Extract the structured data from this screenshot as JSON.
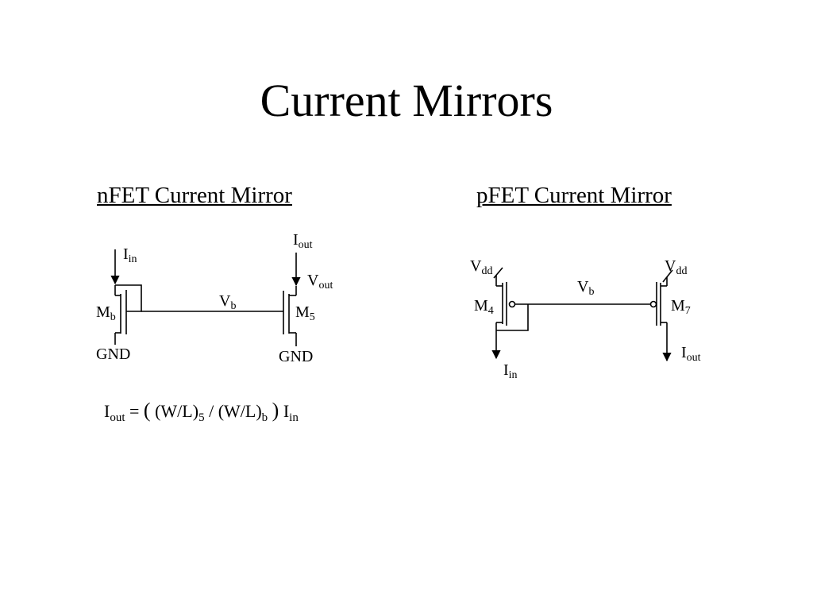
{
  "title": "Current Mirrors",
  "nfet": {
    "heading": "nFET Current Mirror",
    "iin": {
      "main": "I",
      "sub": "in"
    },
    "iout": {
      "main": "I",
      "sub": "out"
    },
    "vout": {
      "main": "V",
      "sub": "out"
    },
    "vb": {
      "main": "V",
      "sub": "b"
    },
    "mb": {
      "main": "M",
      "sub": "b"
    },
    "m5": {
      "main": "M",
      "sub": "5"
    },
    "gnd_left": "GND",
    "gnd_right": "GND"
  },
  "pfet": {
    "heading": "pFET Current Mirror",
    "vdd_left": {
      "main": "V",
      "sub": "dd"
    },
    "vdd_right": {
      "main": "V",
      "sub": "dd"
    },
    "vb": {
      "main": "V",
      "sub": "b"
    },
    "m4": {
      "main": "M",
      "sub": "4"
    },
    "m7": {
      "main": "M",
      "sub": "7"
    },
    "iin": {
      "main": "I",
      "sub": "in"
    },
    "iout": {
      "main": "I",
      "sub": "out"
    }
  },
  "formula": {
    "iout_main": "I",
    "iout_sub": "out",
    "equals": "=",
    "open_paren": "(",
    "wl_a": "(W/L)",
    "wl_a_sub": "5",
    "slash": "/",
    "wl_b": "(W/L)",
    "wl_b_sub": "b",
    "close_paren": ")",
    "iin_main": "I",
    "iin_sub": "in"
  }
}
